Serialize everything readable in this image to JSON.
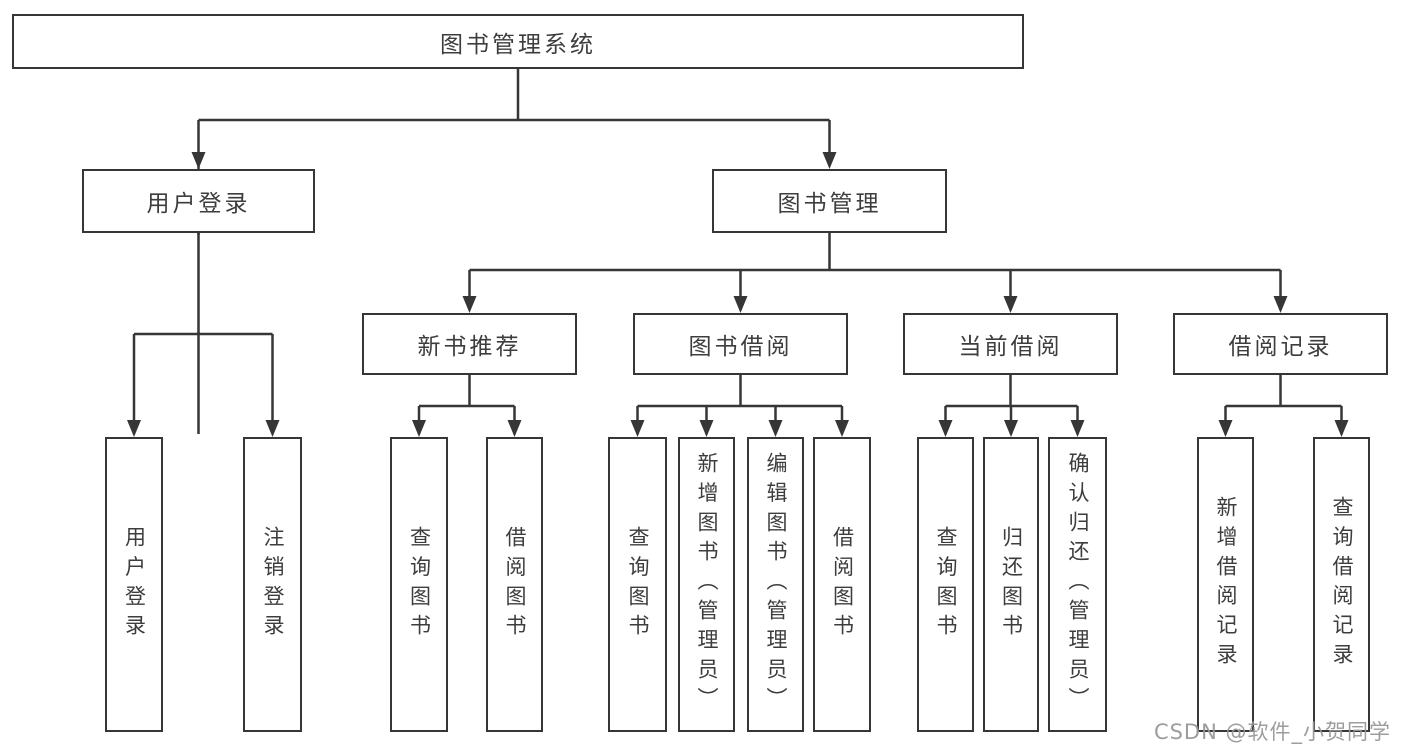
{
  "colors": {
    "line": "#363636",
    "box_border": "#363636",
    "text": "#3d3d3d",
    "watermark": "#989898",
    "background": "#ffffff"
  },
  "watermark": {
    "text": "CSDN @软件_小贺同学"
  },
  "tree": {
    "root": {
      "label": "图书管理系统",
      "children": [
        {
          "label": "用户登录",
          "children": [
            {
              "label": "用户登录"
            },
            {
              "label": "注销登录"
            }
          ]
        },
        {
          "label": "图书管理",
          "children": [
            {
              "label": "新书推荐",
              "children": [
                {
                  "label": "查询图书"
                },
                {
                  "label": "借阅图书"
                }
              ]
            },
            {
              "label": "图书借阅",
              "children": [
                {
                  "label": "查询图书"
                },
                {
                  "label": "新增图书（管理员）"
                },
                {
                  "label": "编辑图书（管理员）"
                },
                {
                  "label": "借阅图书"
                }
              ]
            },
            {
              "label": "当前借阅",
              "children": [
                {
                  "label": "查询图书"
                },
                {
                  "label": "归还图书"
                },
                {
                  "label": "确认归还（管理员）"
                }
              ]
            },
            {
              "label": "借阅记录",
              "children": [
                {
                  "label": "新增借阅记录"
                },
                {
                  "label": "查询借阅记录"
                }
              ]
            }
          ]
        }
      ]
    }
  }
}
